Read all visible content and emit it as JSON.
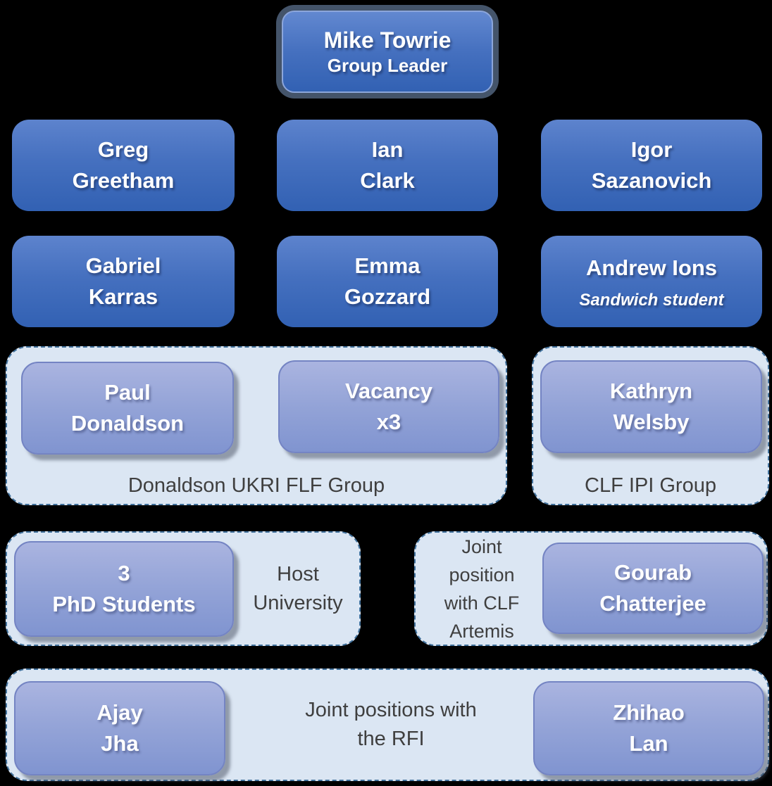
{
  "palette": {
    "background": "#000000",
    "dark_box_top": "#5d83cd",
    "dark_box_bottom": "#3261b3",
    "leader_frame": "#44546a",
    "light_box_top": "#aab4e0",
    "light_box_bottom": "#8094d0",
    "group_background": "#dbe6f3",
    "group_dashed_border": "#41719c",
    "group_label_text": "#3f3f3f",
    "name_text": "#ffffff"
  },
  "leader": {
    "name": "Mike Towrie",
    "role": "Group Leader"
  },
  "row2": [
    {
      "name": "Greg\nGreetham"
    },
    {
      "name": "Ian\nClark"
    },
    {
      "name": "Igor\nSazanovich"
    }
  ],
  "row3": [
    {
      "name": "Gabriel\nKarras"
    },
    {
      "name": "Emma\nGozzard"
    },
    {
      "name": "Andrew Ions",
      "subtitle": "Sandwich student"
    }
  ],
  "groups": {
    "donaldson": {
      "label": "Donaldson UKRI FLF Group",
      "members": [
        {
          "name": "Paul\nDonaldson"
        },
        {
          "name": "Vacancy\nx3"
        }
      ]
    },
    "ipi": {
      "label": "CLF IPI Group",
      "member": {
        "name": "Kathryn\nWelsby"
      }
    },
    "host_university": {
      "label": "Host\nUniversity",
      "member": {
        "name": "3\nPhD Students"
      }
    },
    "artemis": {
      "label": "Joint\nposition\nwith CLF\nArtemis",
      "member": {
        "name": "Gourab\nChatterjee"
      }
    },
    "rfi": {
      "label": "Joint positions with\nthe RFI",
      "members": [
        {
          "name": "Ajay\nJha"
        },
        {
          "name": "Zhihao\nLan"
        }
      ]
    }
  }
}
